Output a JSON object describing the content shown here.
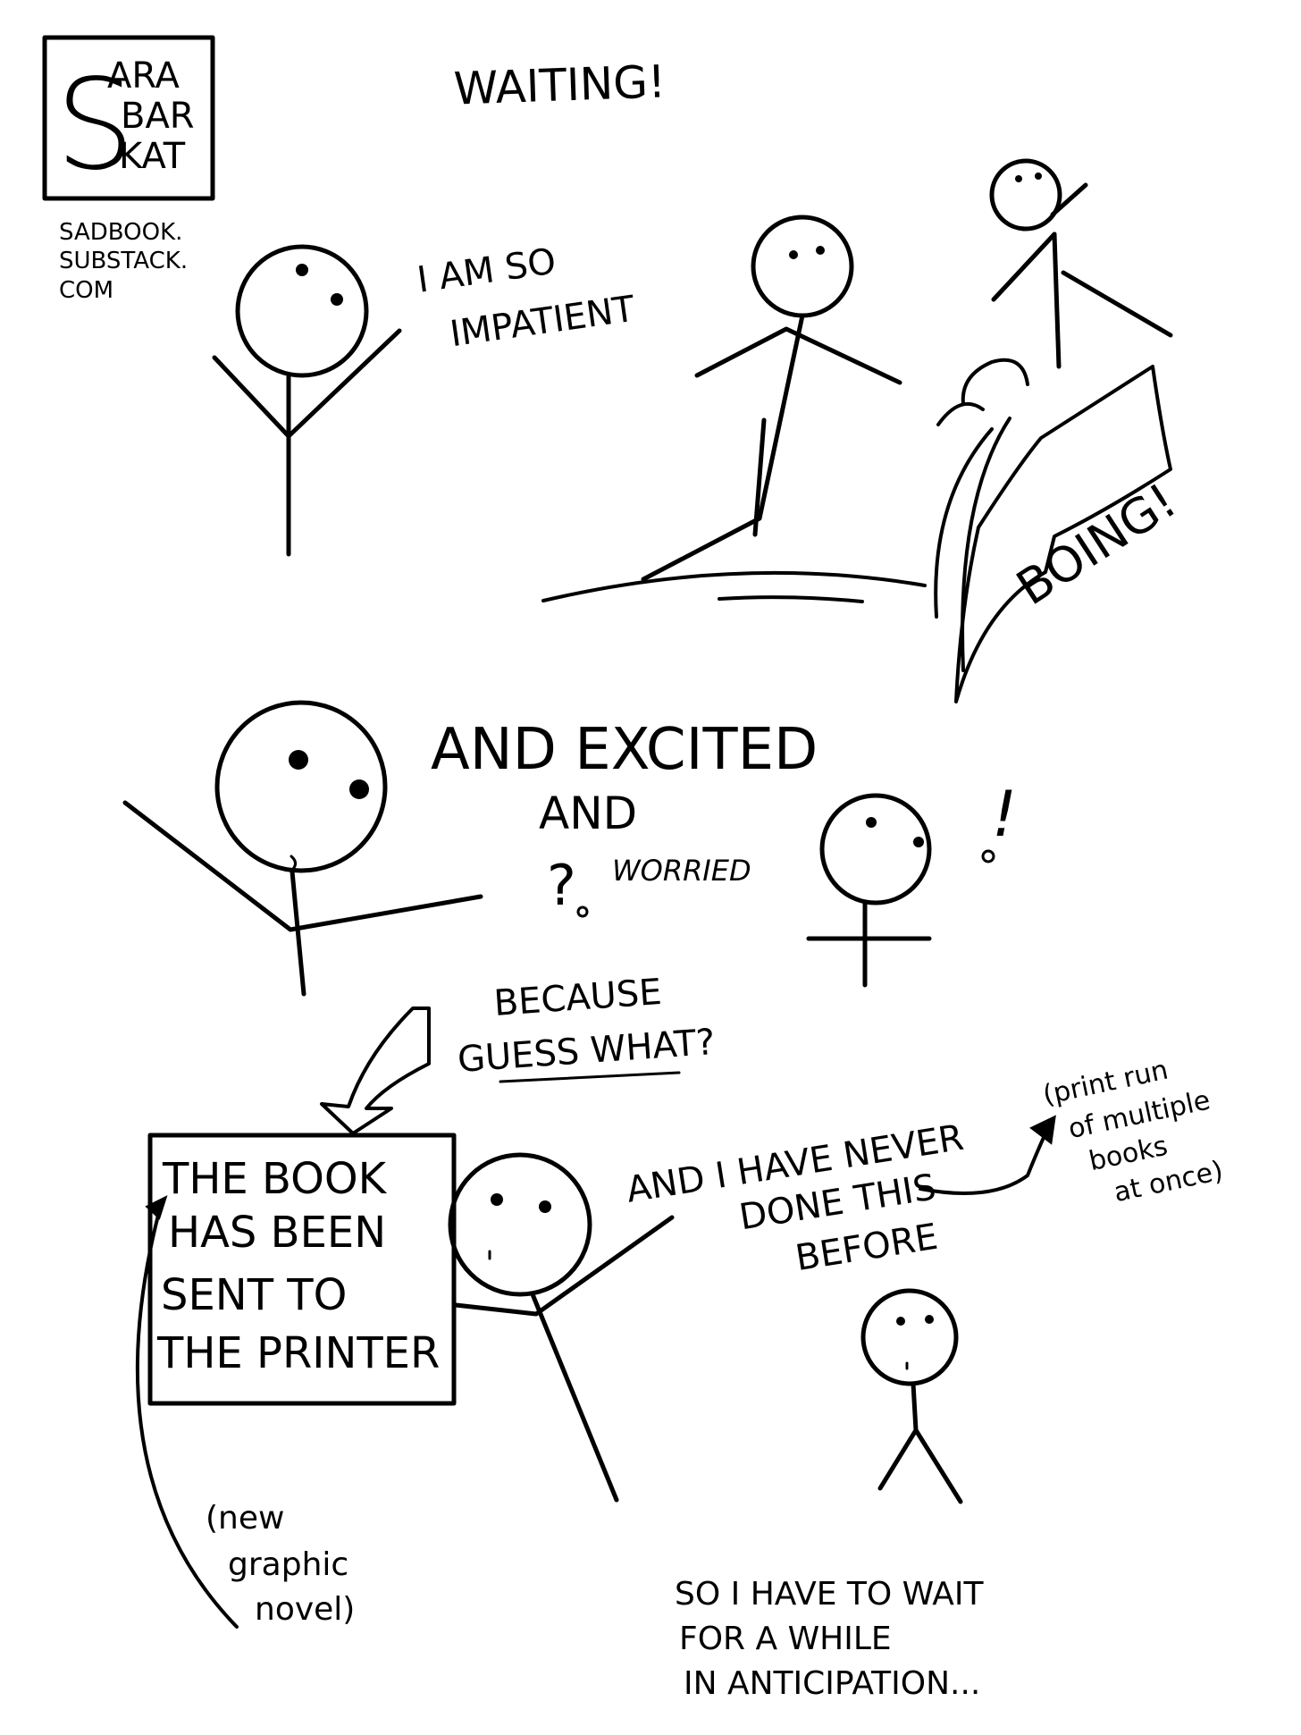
{
  "logo": {
    "letter": "S",
    "line1": "ARA",
    "line2": "BAR",
    "line3": "KAT"
  },
  "site": {
    "line1": "SADBOOK.",
    "line2": "SUBSTACK.",
    "line3": "COM"
  },
  "title": "WAITING!",
  "panel1": {
    "speech_line1": "I AM SO",
    "speech_line2": "IMPATIENT",
    "sign_text": "BOING!"
  },
  "panel2": {
    "excited": "AND EXCITED",
    "and": "AND",
    "question": "?",
    "worried": "WORRIED",
    "exclaim": "!"
  },
  "panel3": {
    "because_line1": "BECAUSE",
    "because_line2": "GUESS WHAT?",
    "box_line1": "THE BOOK",
    "box_line2": "HAS BEEN",
    "box_line3": "SENT TO",
    "box_line4": "THE PRINTER",
    "note_line1": "(new",
    "note_line2": "graphic",
    "note_line3": "novel)",
    "never_line1": "AND I HAVE NEVER",
    "never_line2": "DONE THIS",
    "never_line3": "BEFORE",
    "print_line1": "(print run",
    "print_line2": "of multiple",
    "print_line3": "books",
    "print_line4": "at once)",
    "wait_line1": "SO I HAVE TO WAIT",
    "wait_line2": "FOR A WHILE",
    "wait_line3": "IN ANTICIPATION..."
  }
}
